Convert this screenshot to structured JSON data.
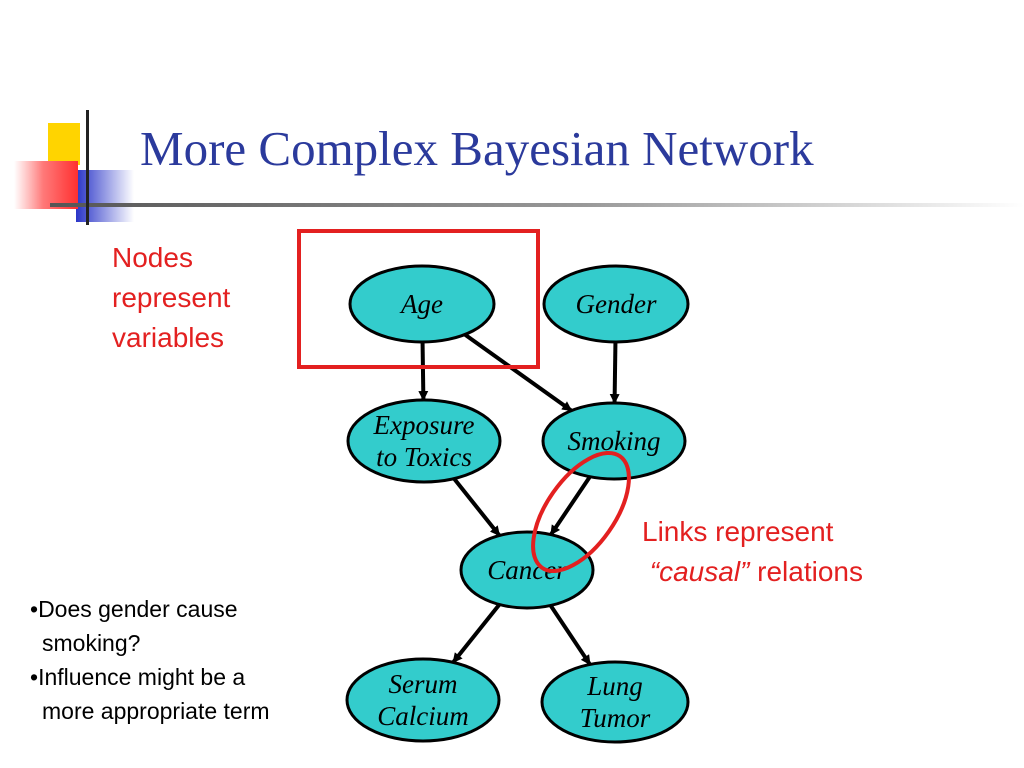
{
  "slide": {
    "title": "More Complex Bayesian Network",
    "nodes_note": [
      "Nodes",
      "represent",
      "variables"
    ],
    "links_note": {
      "line1": "Links represent",
      "causal": "“causal”",
      "rest": " relations"
    },
    "bullets": [
      [
        "Does gender cause",
        "smoking?"
      ],
      [
        "Influence might be a",
        "more appropriate term"
      ]
    ]
  },
  "network": {
    "nodes": [
      {
        "id": "age",
        "lines": [
          "Age"
        ]
      },
      {
        "id": "gender",
        "lines": [
          "Gender"
        ]
      },
      {
        "id": "exposure",
        "lines": [
          "Exposure",
          "to Toxics"
        ]
      },
      {
        "id": "smoking",
        "lines": [
          "Smoking"
        ]
      },
      {
        "id": "cancer",
        "lines": [
          "Cancer"
        ]
      },
      {
        "id": "serum",
        "lines": [
          "Serum",
          "Calcium"
        ]
      },
      {
        "id": "lung",
        "lines": [
          "Lung",
          "Tumor"
        ]
      }
    ],
    "edges": [
      {
        "from": "age",
        "to": "exposure"
      },
      {
        "from": "age",
        "to": "smoking"
      },
      {
        "from": "gender",
        "to": "smoking"
      },
      {
        "from": "exposure",
        "to": "cancer"
      },
      {
        "from": "smoking",
        "to": "cancer"
      },
      {
        "from": "cancer",
        "to": "serum"
      },
      {
        "from": "cancer",
        "to": "lung"
      }
    ],
    "node_fill": "#33cccc",
    "highlight_color": "#e32020"
  }
}
